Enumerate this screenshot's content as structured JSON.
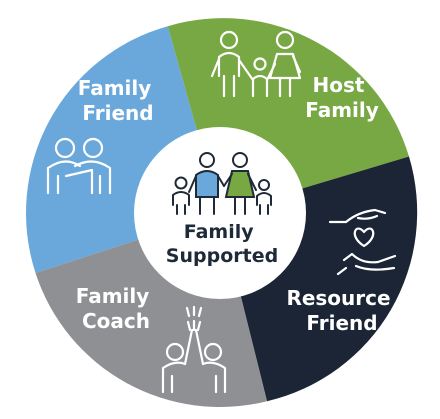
{
  "diagram": {
    "center": {
      "lines": [
        "Family",
        "Supported"
      ],
      "icon": "family-group-icon"
    },
    "segments": [
      {
        "id": "family-friend",
        "lines": [
          "Family",
          "Friend"
        ],
        "color": "#6aa8dc",
        "icon": "two-friends-icon"
      },
      {
        "id": "host-family",
        "lines": [
          "Host",
          "Family"
        ],
        "color": "#77a843",
        "icon": "family-holding-hands-icon"
      },
      {
        "id": "resource-friend",
        "lines": [
          "Resource",
          "Friend"
        ],
        "color": "#1b2535",
        "icon": "hands-holding-heart-icon"
      },
      {
        "id": "family-coach",
        "lines": [
          "Family",
          "Coach"
        ],
        "color": "#8f9093",
        "icon": "high-five-icon"
      }
    ],
    "colors": {
      "center_fill": "#ffffff",
      "center_text": "#1f2a38",
      "adult_left": "#6aa8dc",
      "adult_right": "#77a843"
    }
  }
}
